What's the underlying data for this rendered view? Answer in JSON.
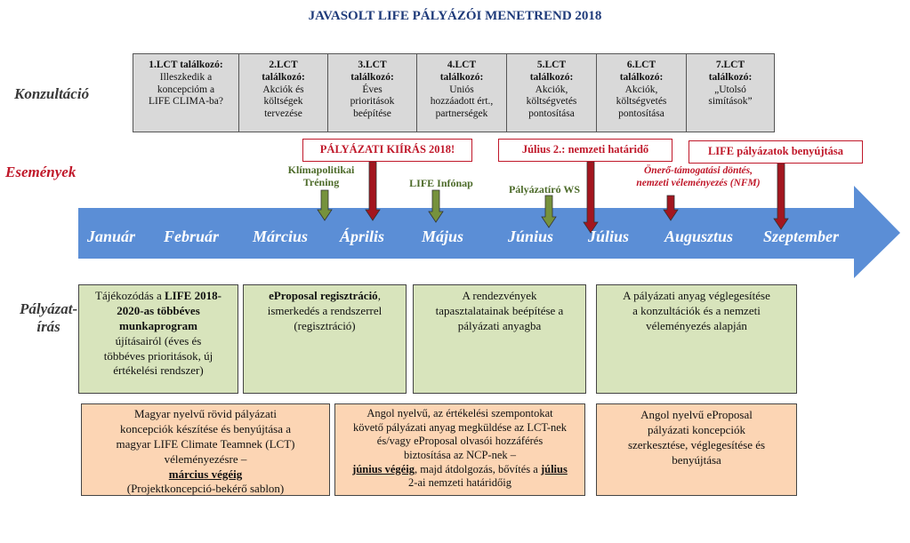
{
  "title": "JAVASOLT LIFE PÁLYÁZÓI MENETREND 2018",
  "rows": {
    "konzultacio": "Konzultáció",
    "esemenyek": "Események",
    "palyazat_1": "Pályázat-",
    "palyazat_2": "írás"
  },
  "consultations": [
    {
      "head": "1.LCT találkozó:",
      "l1": "Illeszkedik a",
      "l2": "koncepcióm a",
      "l3": "LIFE CLIMA-ba?",
      "l4": ""
    },
    {
      "head": "2.LCT",
      "l1": "találkozó:",
      "l2": "Akciók és",
      "l3": "költségek",
      "l4": "tervezése"
    },
    {
      "head": "3.LCT",
      "l1": "találkozó:",
      "l2": "Éves",
      "l3": "prioritások",
      "l4": "beépítése"
    },
    {
      "head": "4.LCT",
      "l1": "találkozó:",
      "l2": "Uniós",
      "l3": "hozzáadott ért.,",
      "l4": "partnerségek"
    },
    {
      "head": "5.LCT",
      "l1": "találkozó:",
      "l2": "Akciók,",
      "l3": "költségvetés",
      "l4": "pontosítása"
    },
    {
      "head": "6.LCT",
      "l1": "találkozó:",
      "l2": "Akciók,",
      "l3": "költségvetés",
      "l4": "pontosítása"
    },
    {
      "head": "7.LCT",
      "l1": "találkozó:",
      "l2": "„Utolsó",
      "l3": "simítások”",
      "l4": ""
    }
  ],
  "events": {
    "kiiras": "PÁLYÁZATI KIÍRÁS 2018!",
    "hatarido": "Július 2.: nemzeti határidő",
    "benyujtas": "LIFE pályázatok benyújtása",
    "klima_1": "Klímapolitikai",
    "klima_2": "Tréning",
    "infonap": "LIFE Infónap",
    "ws": "Pályázatíró WS",
    "onero_1": "Önerő-támogatási döntés,",
    "onero_2": "nemzeti véleményezés (NFM)"
  },
  "months": [
    "Január",
    "Február",
    "Március",
    "Április",
    "Május",
    "Június",
    "Július",
    "Augusztus",
    "Szeptember"
  ],
  "colors": {
    "timeline": "#5b8ed6",
    "arrow_red": "#a3161f",
    "arrow_green": "#76923c",
    "event_red": "#c0182a"
  },
  "green_boxes": {
    "b1": {
      "t1": "Tájékozódás a ",
      "t2": "LIFE 2018-",
      "t3": "2020-as többéves",
      "t4": "munkaprogram",
      "t5": "újításairól (éves és",
      "t6": "többéves prioritások, új",
      "t7": "értékelési rendszer)"
    },
    "b2": {
      "t1": "eProposal regisztráció",
      "t2": ",",
      "t3": "ismerkedés a rendszerrel",
      "t4": "(regisztráció)"
    },
    "b3": {
      "t1": "A rendezvények",
      "t2": "tapasztalatainak beépítése a",
      "t3": "pályázati anyagba"
    },
    "b4": {
      "t1": "A pályázati anyag véglegesítése",
      "t2": "a konzultációk és a nemzeti",
      "t3": "véleményezés alapján"
    }
  },
  "orange_boxes": {
    "o1": {
      "t1": "Magyar nyelvű rövid pályázati",
      "t2": "koncepciók készítése és benyújtása a",
      "t3": "magyar LIFE Climate Teamnek (LCT)",
      "t4": "véleményezésre –",
      "t5": "március végéig",
      "t6": "(Projektkoncepció-bekérő sablon)"
    },
    "o2": {
      "t1": "Angol nyelvű, az értékelési szempontokat",
      "t2": "követő pályázati anyag megküldése az LCT-nek",
      "t3": "és/vagy eProposal olvasói hozzáférés",
      "t4": "biztosítása az NCP-nek –",
      "t5": "június végéig",
      "t6": ", majd átdolgozás, bővítés a ",
      "t7": "július",
      "t8": "2-ai nemzeti határidőig"
    },
    "o3": {
      "t1": "Angol nyelvű eProposal",
      "t2": "pályázati koncepciók",
      "t3": "szerkesztése, véglegesítése és",
      "t4": "benyújtása"
    }
  }
}
